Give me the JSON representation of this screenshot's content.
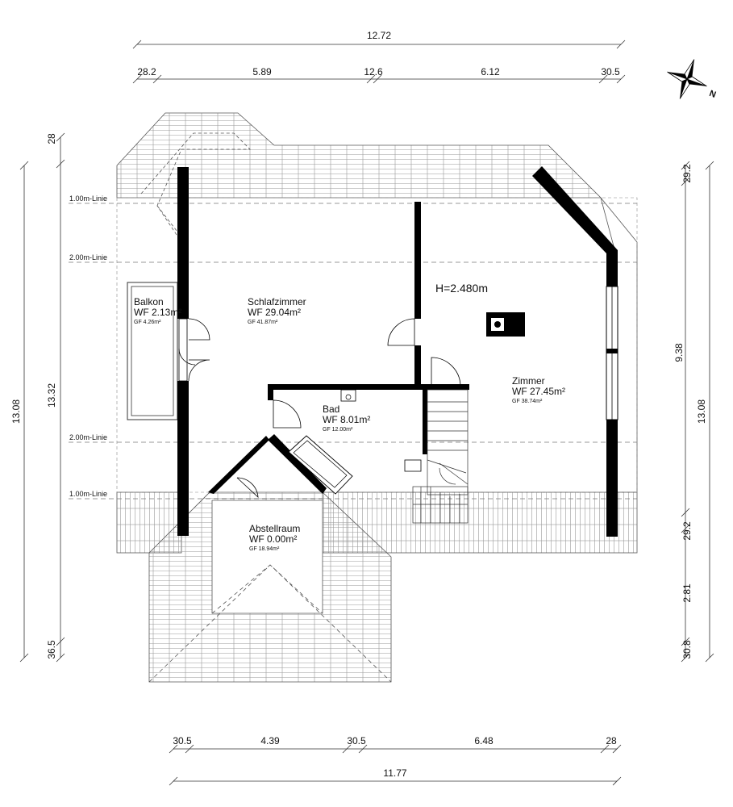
{
  "dimensions": {
    "top_total": "12.72",
    "top_segments": [
      "28.2",
      "5.89",
      "12.6",
      "6.12",
      "30.5"
    ],
    "bottom_segments": [
      "30.5",
      "4.39",
      "30.5",
      "6.48",
      "28"
    ],
    "bottom_total": "11.77",
    "left_outer": "13.08",
    "left_inner": "13.32",
    "left_top": "28",
    "left_bottom": "36.5",
    "right_total": "13.08",
    "right_segments": [
      "29.2",
      "9.38",
      "29.2",
      "2.81",
      "30.8"
    ]
  },
  "lines": {
    "top_1m": "1.00m-Linie",
    "top_2m": "2.00m-Linie",
    "bottom_2m": "2.00m-Linie",
    "bottom_1m": "1.00m-Linie"
  },
  "rooms": {
    "balkon": {
      "name": "Balkon",
      "wf": "WF 2.13m²",
      "gf": "GF 4.26m²"
    },
    "schlafzimmer": {
      "name": "Schlafzimmer",
      "wf": "WF 29.04m²",
      "gf": "GF 41.87m²"
    },
    "bad": {
      "name": "Bad",
      "wf": "WF 8.01m²",
      "gf": "GF 12.00m²"
    },
    "zimmer": {
      "name": "Zimmer",
      "wf": "WF 27.45m²",
      "gf": "GF 38.74m²"
    },
    "abstellraum": {
      "name": "Abstellraum",
      "wf": "WF 0.00m²",
      "gf": "GF 18.94m²"
    }
  },
  "height_label": "H=2.480m",
  "compass": {
    "letter": "N",
    "icon": "compass-rose-icon"
  }
}
